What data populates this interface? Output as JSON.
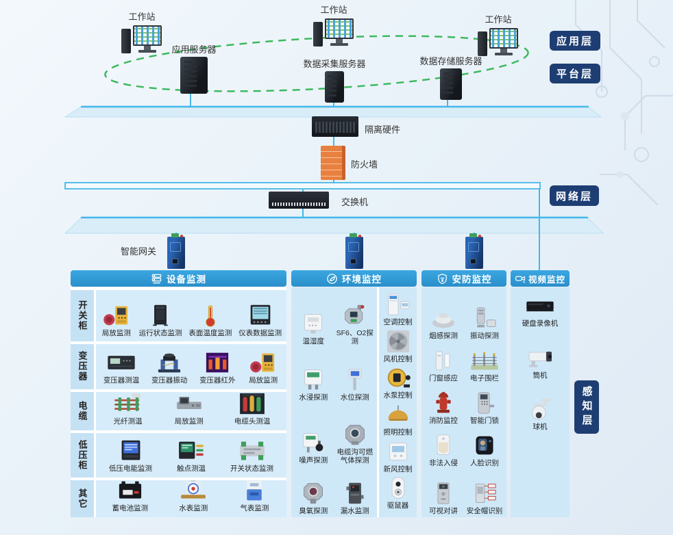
{
  "colors": {
    "accent_cyan": "#45b7e8",
    "navy_badge": "#1e3e73",
    "header_blue": "#2e9ad8",
    "green_dash": "#3cb95e",
    "firewall_orange": "#e8803f",
    "panel_body_blue": "#cfe8f8"
  },
  "layers": {
    "application": "应用层",
    "platform": "平台层",
    "network": "网络层",
    "perception": "感知层"
  },
  "top": {
    "workstation_labels": [
      "工作站",
      "工作站",
      "工作站"
    ],
    "app_server": "应用服务器",
    "collect_server": "数据采集服务器",
    "storage_server": "数据存储服务器"
  },
  "middle": {
    "isolation": "隔离硬件",
    "firewall": "防火墙",
    "switch": "交换机",
    "gateway": "智能网关"
  },
  "panels": {
    "equipment": {
      "title": "设备监测",
      "icon": "equip",
      "rows": [
        {
          "category": "开关柜",
          "items": [
            {
              "label": "局放监测",
              "icon": "pd-meter"
            },
            {
              "label": "运行状态监测",
              "icon": "cabinet"
            },
            {
              "label": "表面温度监测",
              "icon": "thermometer"
            },
            {
              "label": "仪表数据监测",
              "icon": "meter-panel"
            }
          ]
        },
        {
          "category": "变压器",
          "items": [
            {
              "label": "变压器测温",
              "icon": "rack-display"
            },
            {
              "label": "变压器振动",
              "icon": "vibration"
            },
            {
              "label": "变压器红外",
              "icon": "thermal"
            },
            {
              "label": "局放监测",
              "icon": "pd-meter"
            }
          ]
        },
        {
          "category": "电缆",
          "items": [
            {
              "label": "光纤测温",
              "icon": "fiber-cables"
            },
            {
              "label": "局放监测",
              "icon": "gray-unit"
            },
            {
              "label": "电缆头测温",
              "icon": "cable-terminals"
            }
          ]
        },
        {
          "category": "低压柜",
          "items": [
            {
              "label": "低压电能监测",
              "icon": "power-meter"
            },
            {
              "label": "触点测温",
              "icon": "contact-meter"
            },
            {
              "label": "开关状态监测",
              "icon": "io-module"
            }
          ]
        },
        {
          "category": "其它",
          "items": [
            {
              "label": "蓄电池监测",
              "icon": "battery"
            },
            {
              "label": "水表监测",
              "icon": "water-meter"
            },
            {
              "label": "气表监测",
              "icon": "gas-meter"
            }
          ]
        }
      ]
    },
    "environment": {
      "title": "环境监控",
      "icon": "env",
      "sensors": [
        {
          "label": "温湿度",
          "icon": "sensor-white"
        },
        {
          "label": "SF6、O2探测",
          "icon": "gas-detector"
        },
        {
          "label": "水浸探测",
          "icon": "water-sensor"
        },
        {
          "label": "水位探测",
          "icon": "level-sensor"
        },
        {
          "label": "噪声探测",
          "icon": "noise-sensor"
        },
        {
          "label": "电缆沟可燃气体探测",
          "icon": "gas-detector2"
        },
        {
          "label": "臭氧探测",
          "icon": "ozone-detector"
        },
        {
          "label": "漏水监测",
          "icon": "leak-module"
        }
      ],
      "controls": [
        {
          "label": "空调控制",
          "icon": "ac-unit"
        },
        {
          "label": "风机控制",
          "icon": "fan"
        },
        {
          "label": "水泵控制",
          "icon": "pump"
        },
        {
          "label": "照明控制",
          "icon": "lamp"
        },
        {
          "label": "新风控制",
          "icon": "thermostat"
        },
        {
          "label": "驱鼠器",
          "icon": "repeller"
        }
      ]
    },
    "security": {
      "title": "安防监控",
      "icon": "security",
      "items": [
        {
          "label": "烟感探测",
          "icon": "smoke-detector"
        },
        {
          "label": "振动探测",
          "icon": "vibration-sensor"
        },
        {
          "label": "门窗感应",
          "icon": "door-sensor"
        },
        {
          "label": "电子围栏",
          "icon": "fence"
        },
        {
          "label": "消防监控",
          "icon": "hydrant"
        },
        {
          "label": "智能门锁",
          "icon": "smart-lock"
        },
        {
          "label": "非法入侵",
          "icon": "pir-sensor"
        },
        {
          "label": "人脸识别",
          "icon": "face-terminal"
        },
        {
          "label": "可视对讲",
          "icon": "intercom"
        },
        {
          "label": "安全帽识别",
          "icon": "helmet-id"
        }
      ]
    },
    "video": {
      "title": "视频监控",
      "icon": "video",
      "items": [
        {
          "label": "硬盘录像机",
          "icon": "dvr"
        },
        {
          "label": "筒机",
          "icon": "bullet-camera"
        },
        {
          "label": "球机",
          "icon": "dome-camera"
        }
      ]
    }
  }
}
